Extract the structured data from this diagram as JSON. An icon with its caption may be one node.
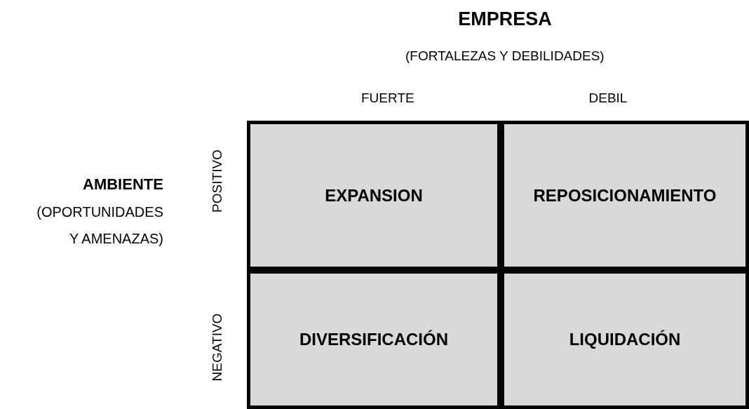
{
  "diagram": {
    "title": "EMPRESA",
    "nodes": [
      {
        "text": [
          "EXPANSION"
        ]
      },
      {
        "text": [
          "REPOSICIONAMIENTO"
        ]
      },
      {
        "text": [
          "DIVERSIFICACIÓN"
        ]
      },
      {
        "text": [
          "LIQUIDACIÓN"
        ]
      }
    ],
    "labels": [
      "(FORTALEZAS Y DEBILIDADES)",
      "FUERTE",
      "DEBIL",
      "AMBIENTE",
      "(OPORTUNIDADES Y AMENAZAS)",
      "POSITIVO",
      "NEGATIVO"
    ]
  }
}
